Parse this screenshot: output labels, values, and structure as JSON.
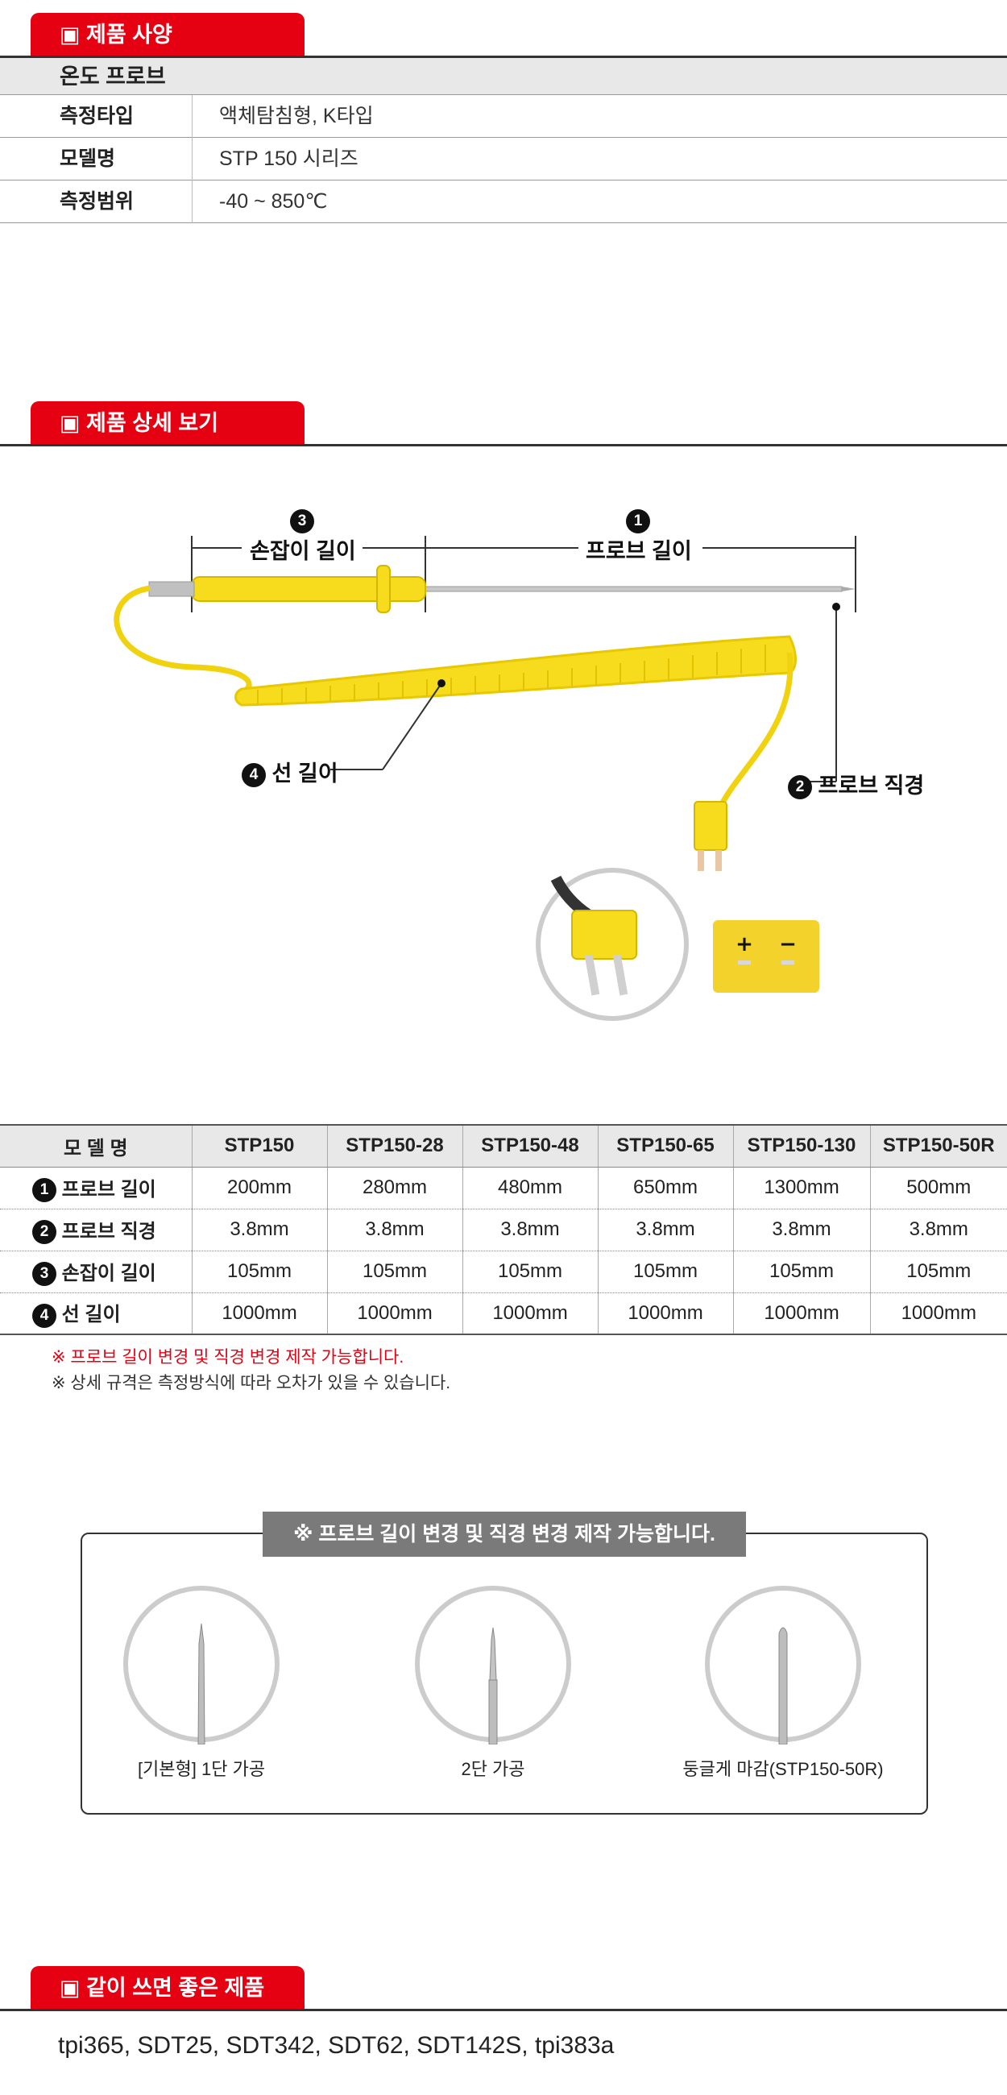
{
  "sections": {
    "spec": "▣ 제품 사양",
    "detail": "▣ 제품 상세 보기",
    "related": "▣ 같이 쓰면 좋은 제품"
  },
  "spec": {
    "title": "온도 프로브",
    "rows": [
      {
        "key": "측정타입",
        "value": "액체탐침형, K타입"
      },
      {
        "key": "모델명",
        "value": "STP 150 시리즈"
      },
      {
        "key": "측정범위",
        "value": "-40 ~ 850℃"
      }
    ]
  },
  "detail": {
    "callouts": {
      "n1": "1",
      "l1": "프로브 길이",
      "n2": "2",
      "l2": "프로브 직경",
      "n3": "3",
      "l3": "손잡이 길이",
      "n4": "4",
      "l4": "선 길이"
    },
    "polarity_plus": "+",
    "polarity_minus": "−"
  },
  "model_table": {
    "header": "모 델 명",
    "models": [
      "STP150",
      "STP150-28",
      "STP150-48",
      "STP150-65",
      "STP150-130",
      "STP150-50R"
    ],
    "rows": [
      {
        "num": "1",
        "label": "프로브 길이",
        "values": [
          "200mm",
          "280mm",
          "480mm",
          "650mm",
          "1300mm",
          "500mm"
        ]
      },
      {
        "num": "2",
        "label": "프로브 직경",
        "values": [
          "3.8mm",
          "3.8mm",
          "3.8mm",
          "3.8mm",
          "3.8mm",
          "3.8mm"
        ]
      },
      {
        "num": "3",
        "label": "손잡이 길이",
        "values": [
          "105mm",
          "105mm",
          "105mm",
          "105mm",
          "105mm",
          "105mm"
        ]
      },
      {
        "num": "4",
        "label": "선 길이",
        "values": [
          "1000mm",
          "1000mm",
          "1000mm",
          "1000mm",
          "1000mm",
          "1000mm"
        ]
      }
    ]
  },
  "notes": {
    "n1": "※ 프로브 길이 변경  및 직경 변경 제작 가능합니다.",
    "n2": "※ 상세 규격은 측정방식에 따라 오차가 있을 수 있습니다."
  },
  "tips": {
    "banner": "※ 프로브 길이 변경  및 직경 변경 제작 가능합니다.",
    "items": [
      "[기본형] 1단 가공",
      "2단 가공",
      "둥글게 마감(STP150-50R)"
    ]
  },
  "related_products": "tpi365, SDT25, SDT342, SDT62, SDT142S, tpi383a",
  "colors": {
    "accent": "#e50012",
    "probe_yellow": "#f7dc1e",
    "banner_gray": "#7a7a7a"
  }
}
